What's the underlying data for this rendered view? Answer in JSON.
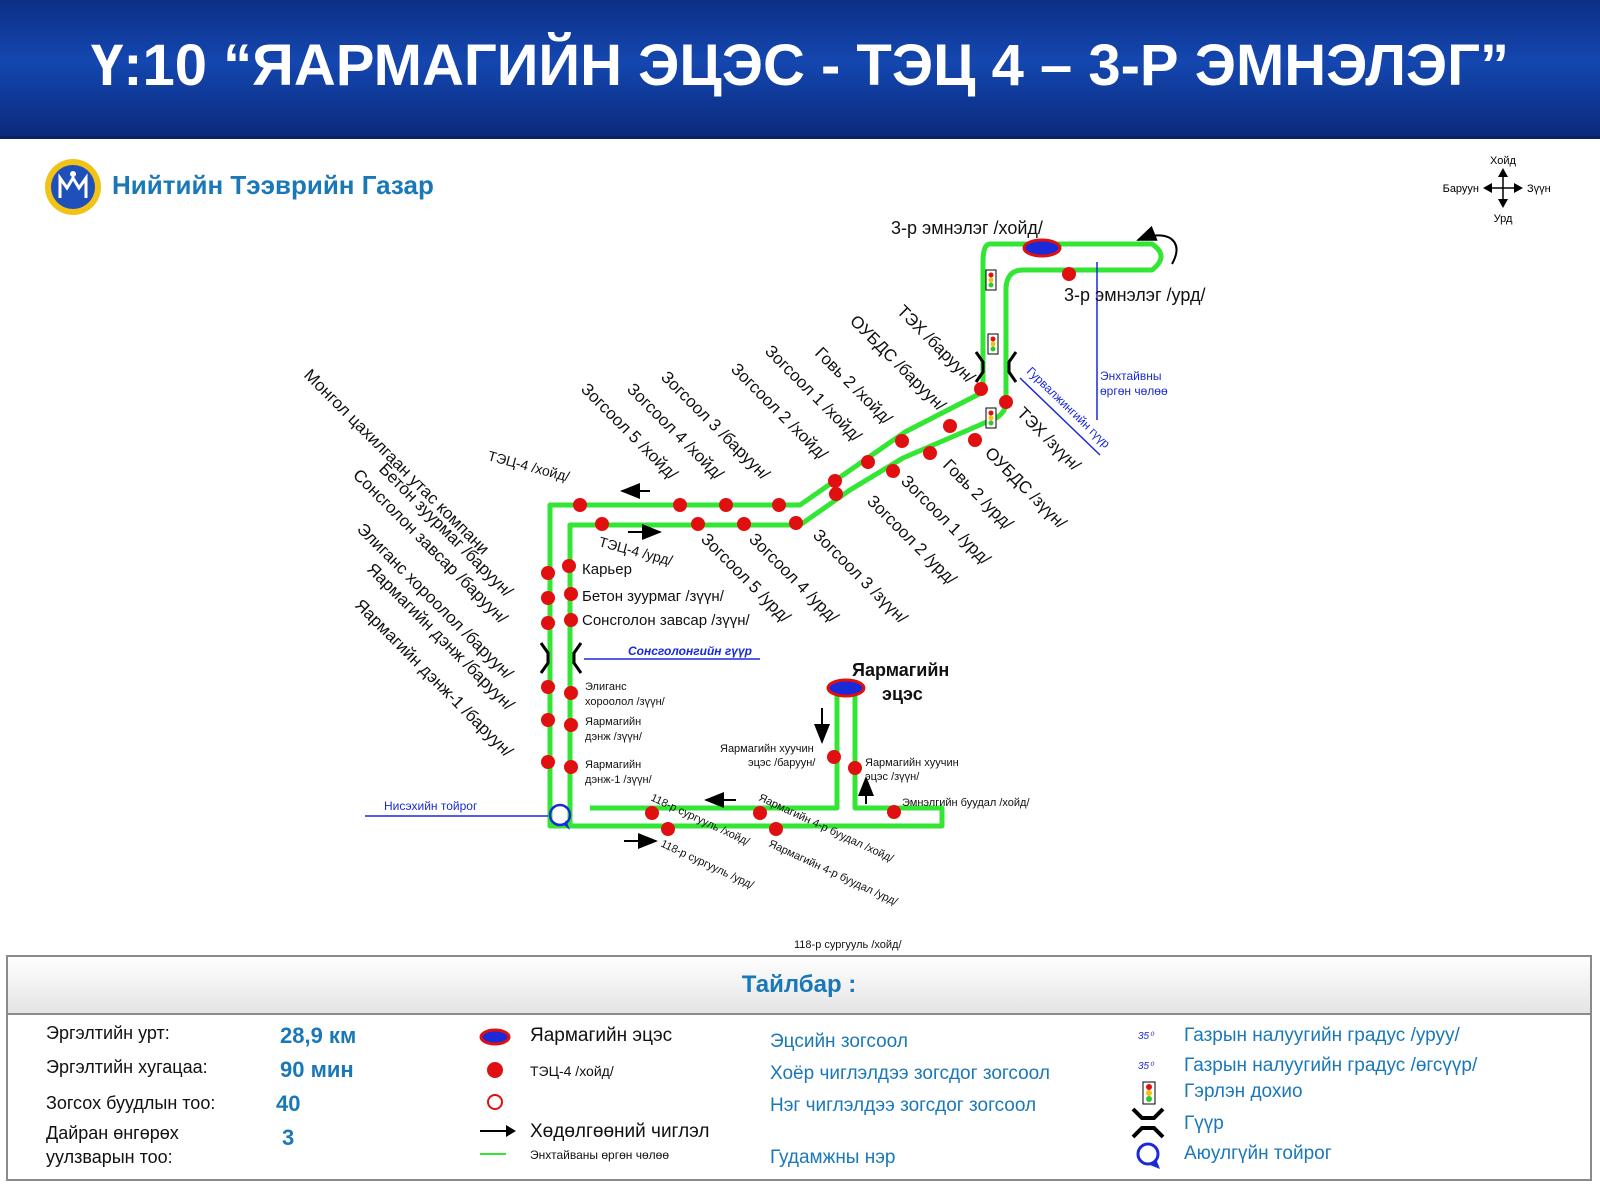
{
  "header": {
    "title": "Ү:10 “ЯАРМАГИЙН ЭЦЭС - ТЭЦ 4 – 3-Р ЭМНЭЛЭГ”"
  },
  "org": {
    "name": "Нийтийн Тээврийн Газар"
  },
  "compass": {
    "north": "Хойд",
    "south": "Урд",
    "west": "Баруун",
    "east": "Зүүн"
  },
  "colors": {
    "header_bg": "#0c2f86",
    "route_line": "#33e633",
    "stop": "#e01010",
    "terminal_fill": "#1a2ad8",
    "street_label": "#1a2ad8",
    "accent": "#1a78b8"
  },
  "map": {
    "terminal_north": "3-р эмнэлэг /хойд/",
    "terminal_south": "3-р эмнэлэг /урд/",
    "terminal_main_1": "Яармагийн",
    "terminal_main_2": "эцэс",
    "streets": {
      "enkhtaivan_1": "Энхтайвны",
      "enkhtaivan_2": "өргөн чөлөө",
      "gurvaljin": "Гурвалжингийн гүүр",
      "songino": "Сонсголонгийн гүүр",
      "nisekh": "Нисэхийн тойрог"
    },
    "stops": {
      "tekh_w": "ТЭХ /баруун/",
      "tekh_e": "ТЭХ /зүүн/",
      "oubds_w": "ОУБДС /баруун/",
      "oubds_e": "ОУБДС /зүүн/",
      "govi2_n": "Говь 2 /хойд/",
      "govi2_s": "Говь 2 /урд/",
      "zog1_n": "Зогсоол 1 /хойд/",
      "zog1_s": "Зогсоол 1 /урд/",
      "zog2_n": "Зогсоол 2 /хойд/",
      "zog2_s": "Зогсоол 2 /урд/",
      "zog3_w": "Зогсоол 3 /баруун/",
      "zog3_e": "Зогсоол 3 /зүүн/",
      "zog4_n": "Зогсоол 4 /хойд/",
      "zog4_s": "Зогсоол 4 /урд/",
      "zog5_n": "Зогсоол 5 /хойд/",
      "zog5_s": "Зогсоол 5 /урд/",
      "tets4_n": "ТЭЦ-4 /хойд/",
      "tets4_s": "ТЭЦ-4 /урд/",
      "mongol_tsakh": "Монгол цахилгаан утас компани",
      "karier": "Карьер",
      "beton_w": "Бетон зуурмаг /баруун/",
      "beton_e": "Бетон зуурмаг /зүүн/",
      "songolon_w": "Сонсголон завсар /баруун/",
      "songolon_e": "Сонсголон завсар /зүүн/",
      "eligans_w": "Элиганс хороолол /баруун/",
      "eligans_e_1": "Элиганс",
      "eligans_e_2": "хороолол /зүүн/",
      "denj_w": "Яармагийн дэнж /баруун/",
      "denj_e_1": "Яармагийн",
      "denj_e_2": "дэнж /зүүн/",
      "denj1_w": "Яармагийн дэнж-1 /баруун/",
      "denj1_e_1": "Яармагийн",
      "denj1_e_2": "дэнж-1 /зүүн/",
      "school118_n": "118-р сургууль /хойд/",
      "school118_s": "118-р сургууль /урд/",
      "school118_n_extra": "118-р сургууль /хойд/",
      "buudal4_n": "Яармагийн 4-р буудал /хойд/",
      "buudal4_s": "Яармагийн 4-р буудал /урд/",
      "old_end_w_1": "Яармагийн хуучин",
      "old_end_w_2": "эцэс /баруун/",
      "old_end_e_1": "Яармагийн хуучин",
      "old_end_e_2": "эцэс /зүүн/",
      "hospital_stop": "Эмнэлгийн буудал /хойд/"
    }
  },
  "legend": {
    "title": "Тайлбар :",
    "stats": [
      {
        "label": "Эргэлтийн урт:",
        "value": "28,9 км"
      },
      {
        "label": "Эргэлтийн хугацаа:",
        "value": "90 мин"
      },
      {
        "label": "Зогсох буудлын тоо:",
        "value": "40"
      },
      {
        "label_1": "Дайран өнгөрөх",
        "label_2": "уулзварын тоо:",
        "value": "3"
      }
    ],
    "symbols": {
      "terminal": "Яармагийн эцэс",
      "stop_filled": "ТЭЦ-4 /хойд/",
      "direction": "Хөдөлгөөний чиглэл",
      "street_line": "Энхтайваны өргөн чөлөө"
    },
    "blue_labels": [
      "Эцсийн зогсоол",
      "Хоёр чиглэлдээ зогсдог зогсоол",
      "Нэг чиглэлдээ зогсдог зогсоол",
      "Гудамжны нэр"
    ],
    "right": {
      "slope_down_mark": "35⁰",
      "slope_down": "Газрын налуугийн градус /уруу/",
      "slope_up_mark": "35⁰",
      "slope_up": "Газрын налуугийн градус /өгсүүр/",
      "traffic_light": "Гэрлэн дохио",
      "bridge": "Гүүр",
      "roundabout": "Аюулгүйн тойрог"
    }
  }
}
